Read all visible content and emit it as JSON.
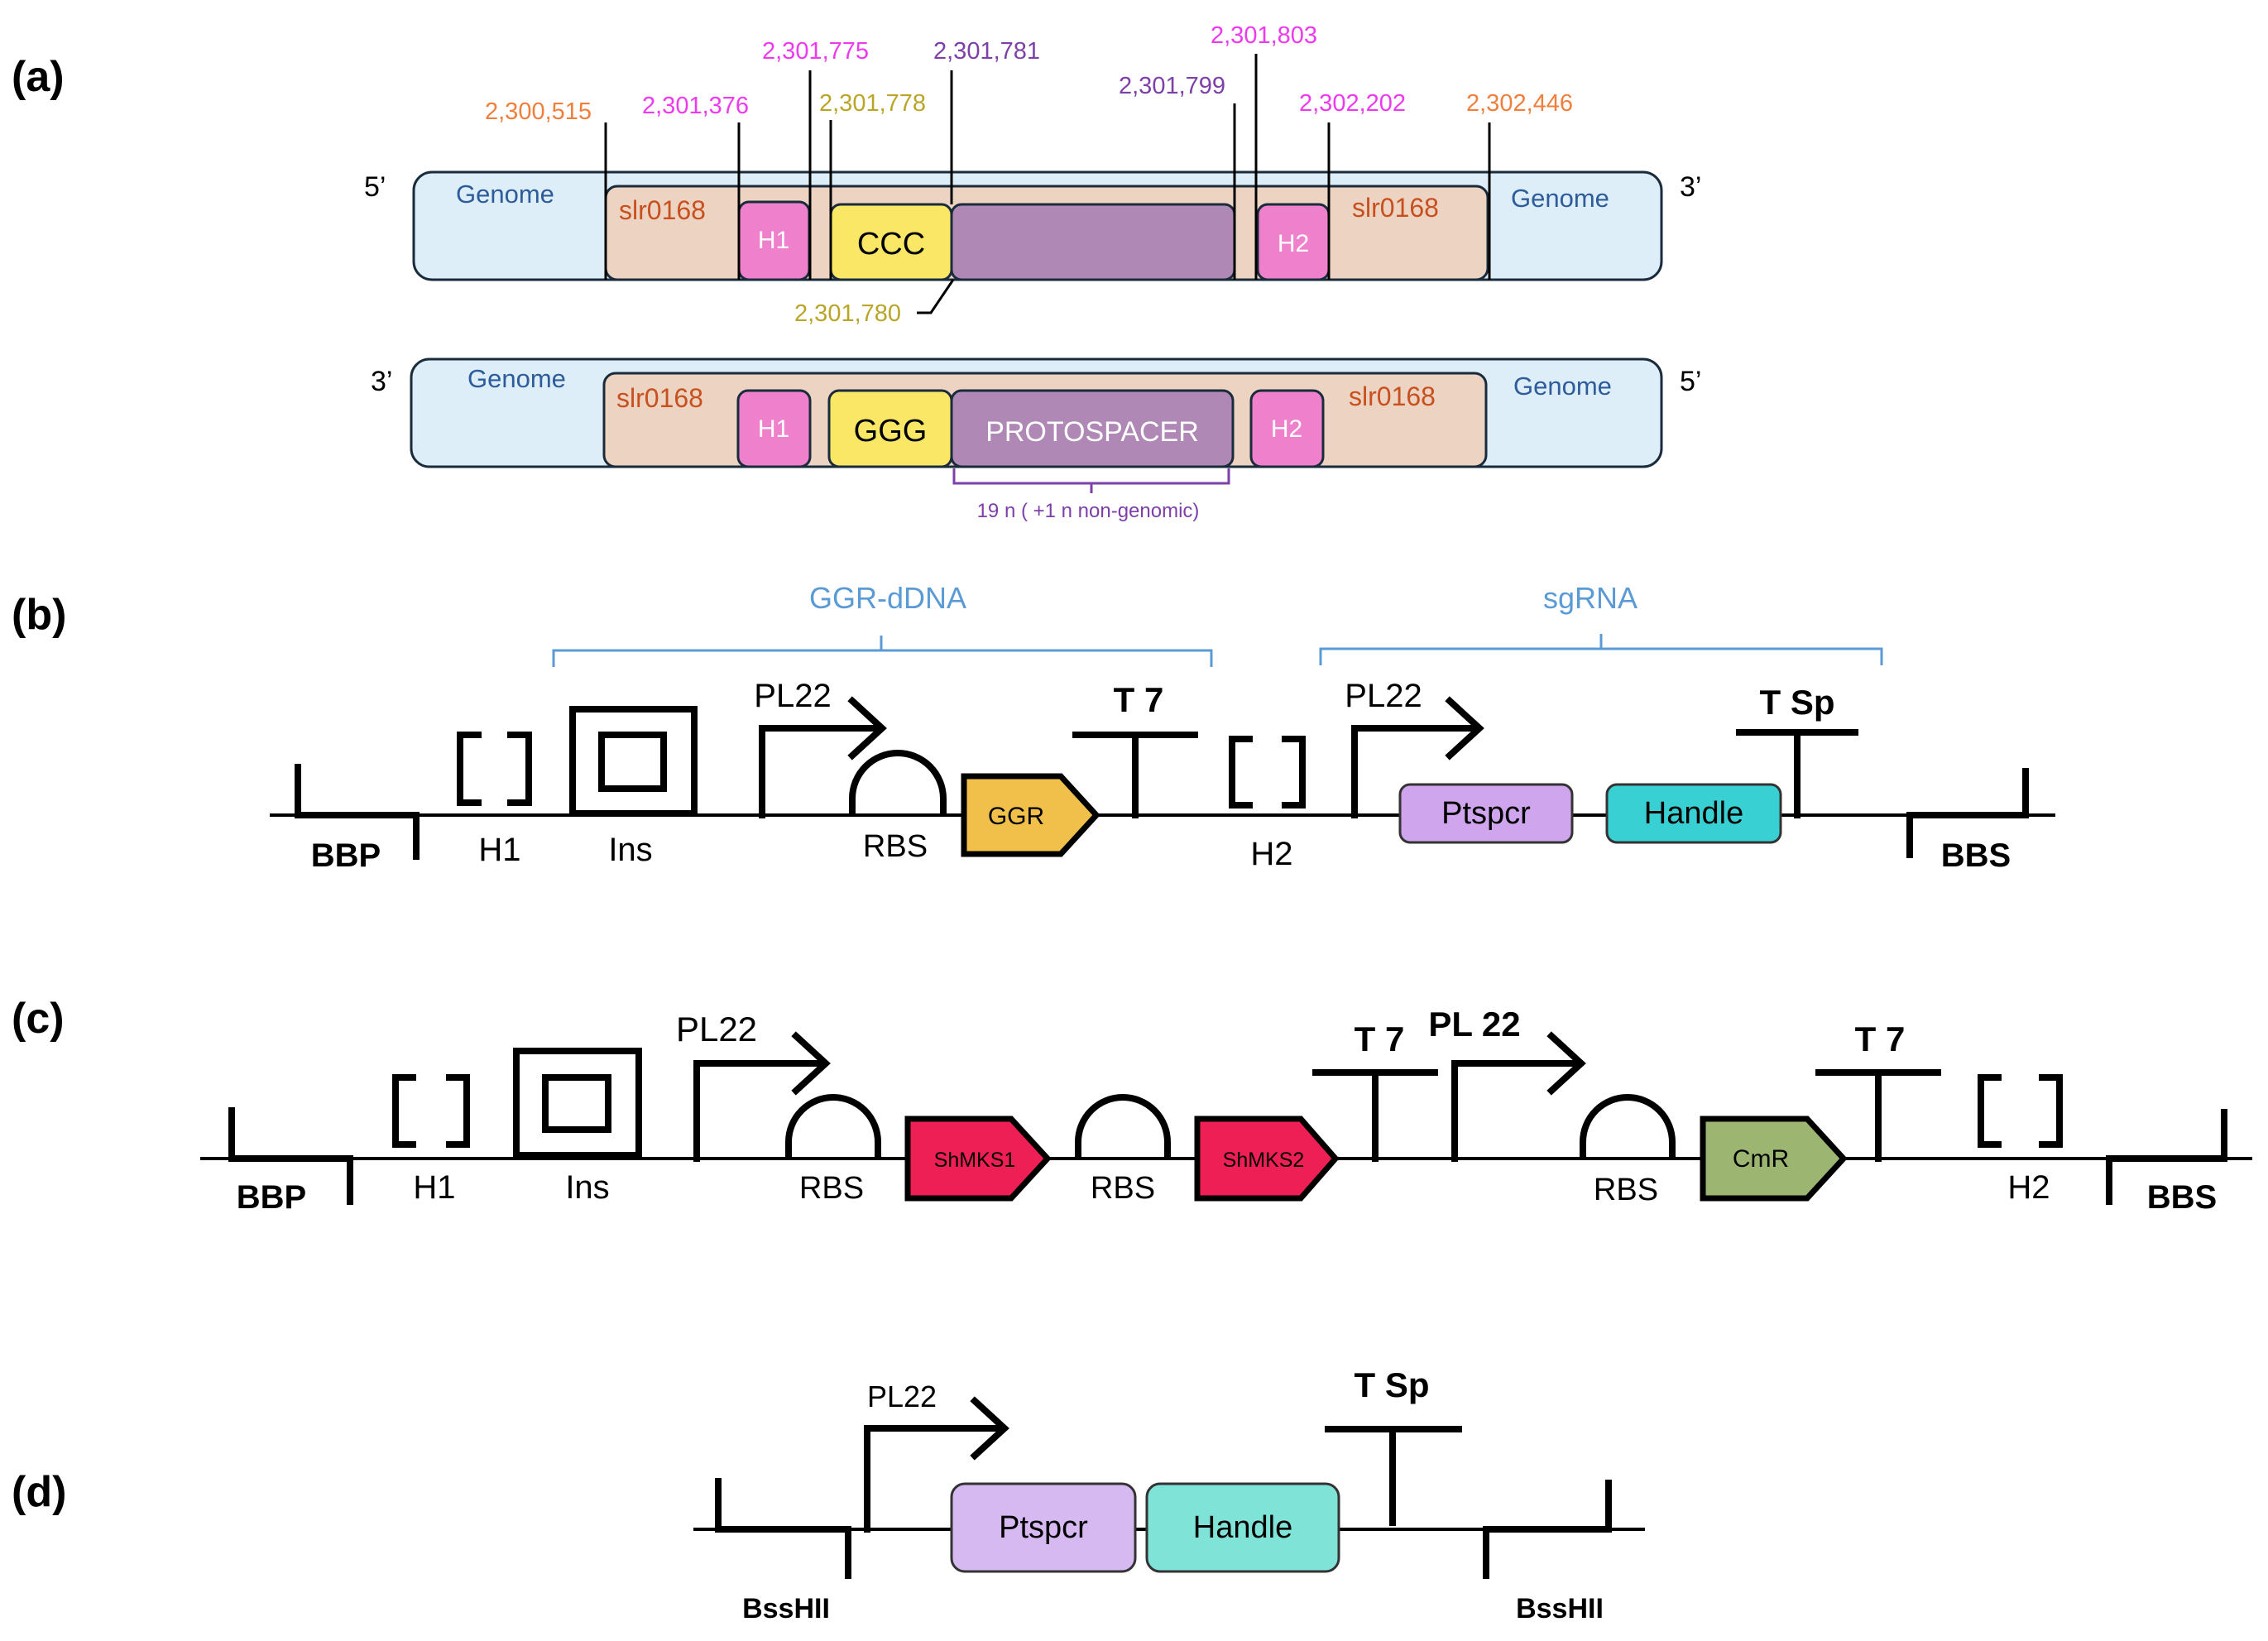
{
  "panels": {
    "a": "(a)",
    "b": "(b)",
    "c": "(c)",
    "d": "(d)"
  },
  "colors": {
    "orange": "#f07f3c",
    "magenta": "#ee3aee",
    "purple": "#7d3fa8",
    "olive": "#b9a628",
    "genome_fill": "#ddeef8",
    "gene_fill": "#ecd3c2",
    "homology_fill": "#ee80cc",
    "pam_fill": "#fbe766",
    "protospacer_fill": "#af88b6",
    "ggr_fill": "#f0c04a",
    "ptspcr_fill": "#cfa5ee",
    "handle_fill": "#39d0d4",
    "handle_d_fill": "#7fe3d8",
    "ptspcr_d_fill": "#d7b9f2",
    "shmks_fill": "#ee1f55",
    "cmr_fill": "#9cb672",
    "bracket_blue": "#5b9bd5"
  },
  "panel_a": {
    "coords": {
      "c2300515": "2,300,515",
      "c2301376": "2,301,376",
      "c2301775": "2,301,775",
      "c2301778": "2,301,778",
      "c2301781": "2,301,781",
      "c2301799": "2,301,799",
      "c2301803": "2,301,803",
      "c2302202": "2,302,202",
      "c2302446": "2,302,446",
      "c2301780": "2,301,780"
    },
    "top_strand": {
      "left_end": "5’",
      "right_end": "3’",
      "genome_left": "Genome",
      "genome_right": "Genome",
      "gene_left": "slr0168",
      "gene_right": "slr0168",
      "h1": "H1",
      "pam": "CCC",
      "h2": "H2"
    },
    "bottom_strand": {
      "left_end": "3’",
      "right_end": "5’",
      "genome_left": "Genome",
      "genome_right": "Genome",
      "gene_left": "slr0168",
      "gene_right": "slr0168",
      "h1": "H1",
      "pam": "GGG",
      "protospacer": "PROTOSPACER",
      "h2": "H2",
      "protospacer_note": "19 n ( +1 n non-genomic)"
    }
  },
  "panel_b": {
    "group_ggr": "GGR-dDNA",
    "group_sgrna": "sgRNA",
    "bbp": "BBP",
    "h1": "H1",
    "ins": "Ins",
    "pl22_1": "PL22",
    "rbs": "RBS",
    "ggr": "GGR",
    "t7": "T 7",
    "h2": "H2",
    "pl22_2": "PL22",
    "ptspcr": "Ptspcr",
    "handle": "Handle",
    "tsp": "T Sp",
    "bbs": "BBS"
  },
  "panel_c": {
    "bbp": "BBP",
    "h1": "H1",
    "ins": "Ins",
    "pl22_1": "PL22",
    "rbs1": "RBS",
    "shmks1": "ShMKS1",
    "rbs2": "RBS",
    "shmks2": "ShMKS2",
    "t7_1": "T 7",
    "pl22_2": "PL 22",
    "rbs3": "RBS",
    "cmr": "CmR",
    "t7_2": "T 7",
    "h2": "H2",
    "bbs": "BBS"
  },
  "panel_d": {
    "bsshii_left": "BssHII",
    "pl22": "PL22",
    "ptspcr": "Ptspcr",
    "handle": "Handle",
    "tsp": "T Sp",
    "bsshii_right": "BssHII"
  }
}
